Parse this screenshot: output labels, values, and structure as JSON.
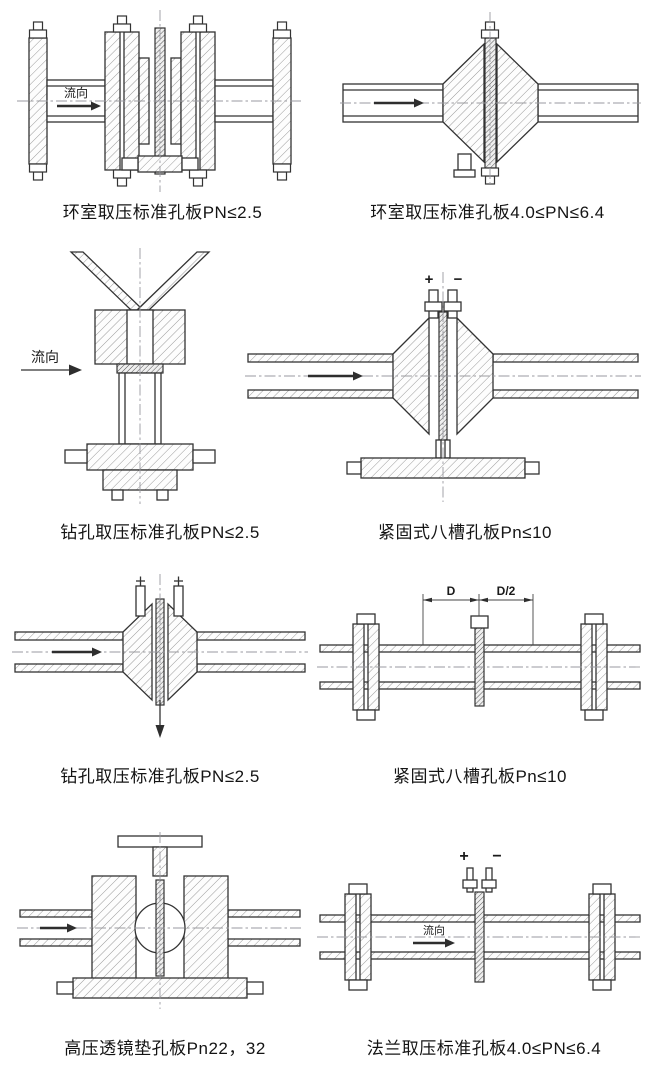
{
  "colors": {
    "background": "#ffffff",
    "line": "#333333"
  },
  "figures": [
    {
      "caption": "环室取压标准孔板PN≤2.5",
      "flow_label": "流向"
    },
    {
      "caption": "环室取压标准孔板4.0≤PN≤6.4"
    },
    {
      "caption": "钻孔取压标准孔板PN≤2.5",
      "flow_label": "流向"
    },
    {
      "caption": "紧固式八槽孔板Pn≤10",
      "plus": "+",
      "minus": "−"
    },
    {
      "caption": "钻孔取压标准孔板PN≤2.5"
    },
    {
      "caption": "紧固式八槽孔板Pn≤10",
      "dim_d": "D",
      "dim_d2": "D/2"
    },
    {
      "caption": "高压透镜垫孔板Pn22，32"
    },
    {
      "caption": "法兰取压标准孔板4.0≤PN≤6.4",
      "flow_label": "流向",
      "plus": "+",
      "minus": "−"
    }
  ]
}
